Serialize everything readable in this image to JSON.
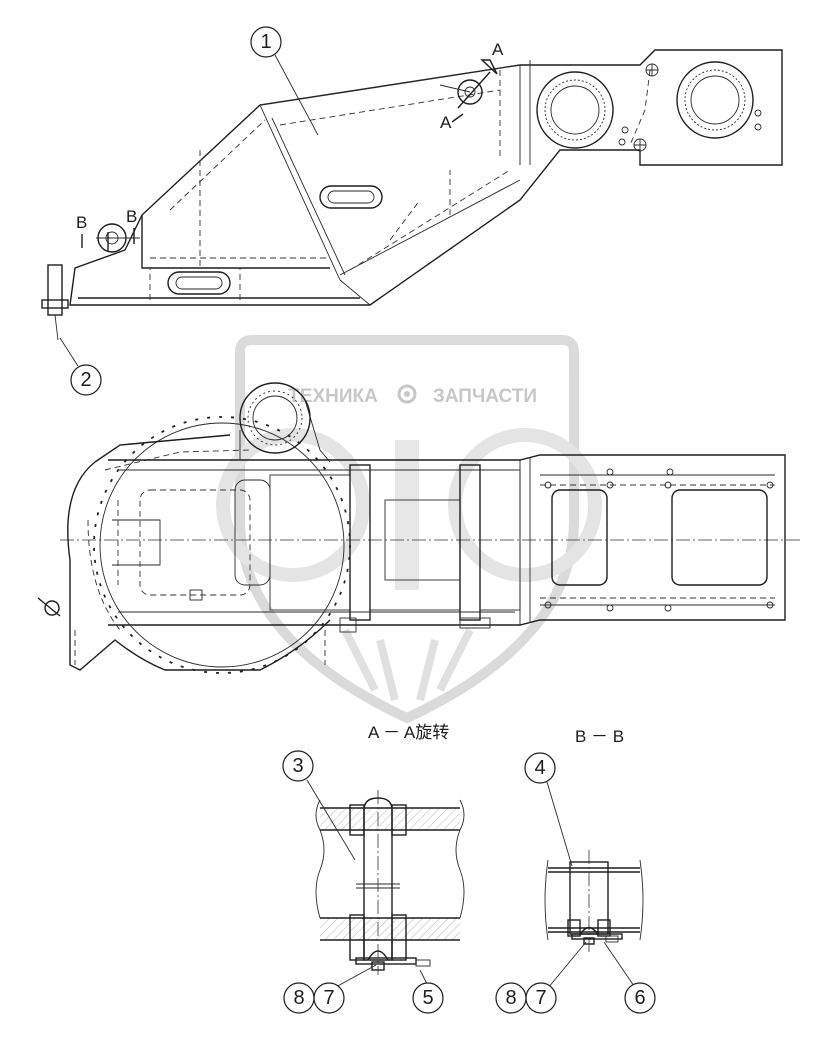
{
  "watermark": {
    "left_word": "ТЕХНИКА",
    "right_word": "ЗАПЧАСТИ"
  },
  "section_marks": {
    "a_top": "A",
    "a_side": "A",
    "b_left": "B",
    "b_right": "B"
  },
  "section_titles": {
    "aa": "A － A旋转",
    "bb": "B － B"
  },
  "balloons": [
    "1",
    "2",
    "3",
    "4",
    "5",
    "6",
    "7",
    "8",
    "7",
    "8"
  ]
}
